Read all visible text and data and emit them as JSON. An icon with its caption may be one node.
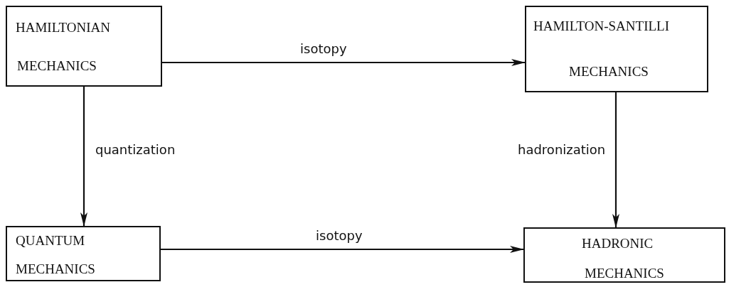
{
  "diagram": {
    "nodes": [
      {
        "text": [
          "HAMILTONIAN",
          "MECHANICS"
        ]
      },
      {
        "text": [
          "HAMILTON-SANTILLI",
          "MECHANICS"
        ]
      },
      {
        "text": [
          "QUANTUM",
          "MECHANICS"
        ]
      },
      {
        "text": [
          "HADRONIC",
          "MECHANICS"
        ]
      }
    ],
    "edges": [
      {
        "from": 0,
        "to": 1,
        "arrow": "to",
        "label": "isotopy"
      },
      {
        "from": 0,
        "to": 2,
        "arrow": "to",
        "label": "quantization"
      },
      {
        "from": 1,
        "to": 3,
        "arrow": "to",
        "label": "hadronization"
      },
      {
        "from": 2,
        "to": 3,
        "arrow": "to",
        "label": "isotopy"
      }
    ]
  }
}
